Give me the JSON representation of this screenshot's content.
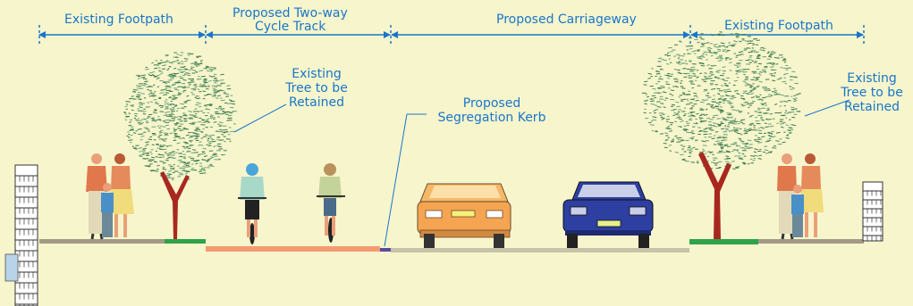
{
  "dimensions": {
    "footpath_left": "Existing Footpath",
    "cycle_track_line1": "Proposed Two-way",
    "cycle_track_line2": "Cycle Track",
    "carriageway": "Proposed Carriageway",
    "footpath_right": "Existing Footpath"
  },
  "annotations": {
    "tree_left": [
      "Existing",
      "Tree to be",
      "Retained"
    ],
    "kerb": [
      "Proposed",
      "Segregation Kerb"
    ],
    "tree_right": [
      "Existing",
      "Tree to be",
      "Retained"
    ]
  },
  "colors": {
    "background": "#f7f5cc",
    "dimension_line": "#1976c9",
    "footpath_surface": "#a39a86",
    "verge": "#2fa24a",
    "cycle_track": "#f39a72",
    "kerb": "#5b4a9e",
    "carriageway": "#c7c3a8",
    "tree_trunk": "#a8281f",
    "foliage": "#3f7c4c"
  }
}
